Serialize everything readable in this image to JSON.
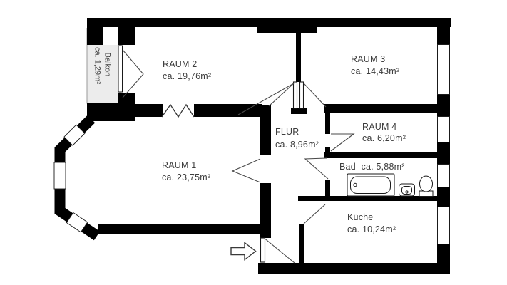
{
  "floorplan": {
    "rooms": [
      {
        "name": "RAUM 1",
        "area": "ca. 23,75m²"
      },
      {
        "name": "RAUM 2",
        "area": "ca. 19,76m²"
      },
      {
        "name": "RAUM 3",
        "area": "ca. 14,43m²"
      },
      {
        "name": "RAUM 4",
        "area": "ca. 6,20m²"
      },
      {
        "name": "FLUR",
        "area": "ca. 8,96m²"
      },
      {
        "name": "Bad",
        "area": "ca. 5,88m²"
      },
      {
        "name": "Küche",
        "area": "ca. 10,24m²"
      },
      {
        "name": "Balkon",
        "area": "ca. 1,29m²"
      }
    ],
    "fixtures": [
      "bathtub-icon",
      "sink-icon",
      "toilet-icon"
    ],
    "icons": {
      "entrance": "entrance-arrow-icon"
    },
    "colors": {
      "wall": "#000000",
      "background": "#ffffff",
      "balcony_slab": "#ececec",
      "label_text": "#3c3c3c"
    }
  }
}
